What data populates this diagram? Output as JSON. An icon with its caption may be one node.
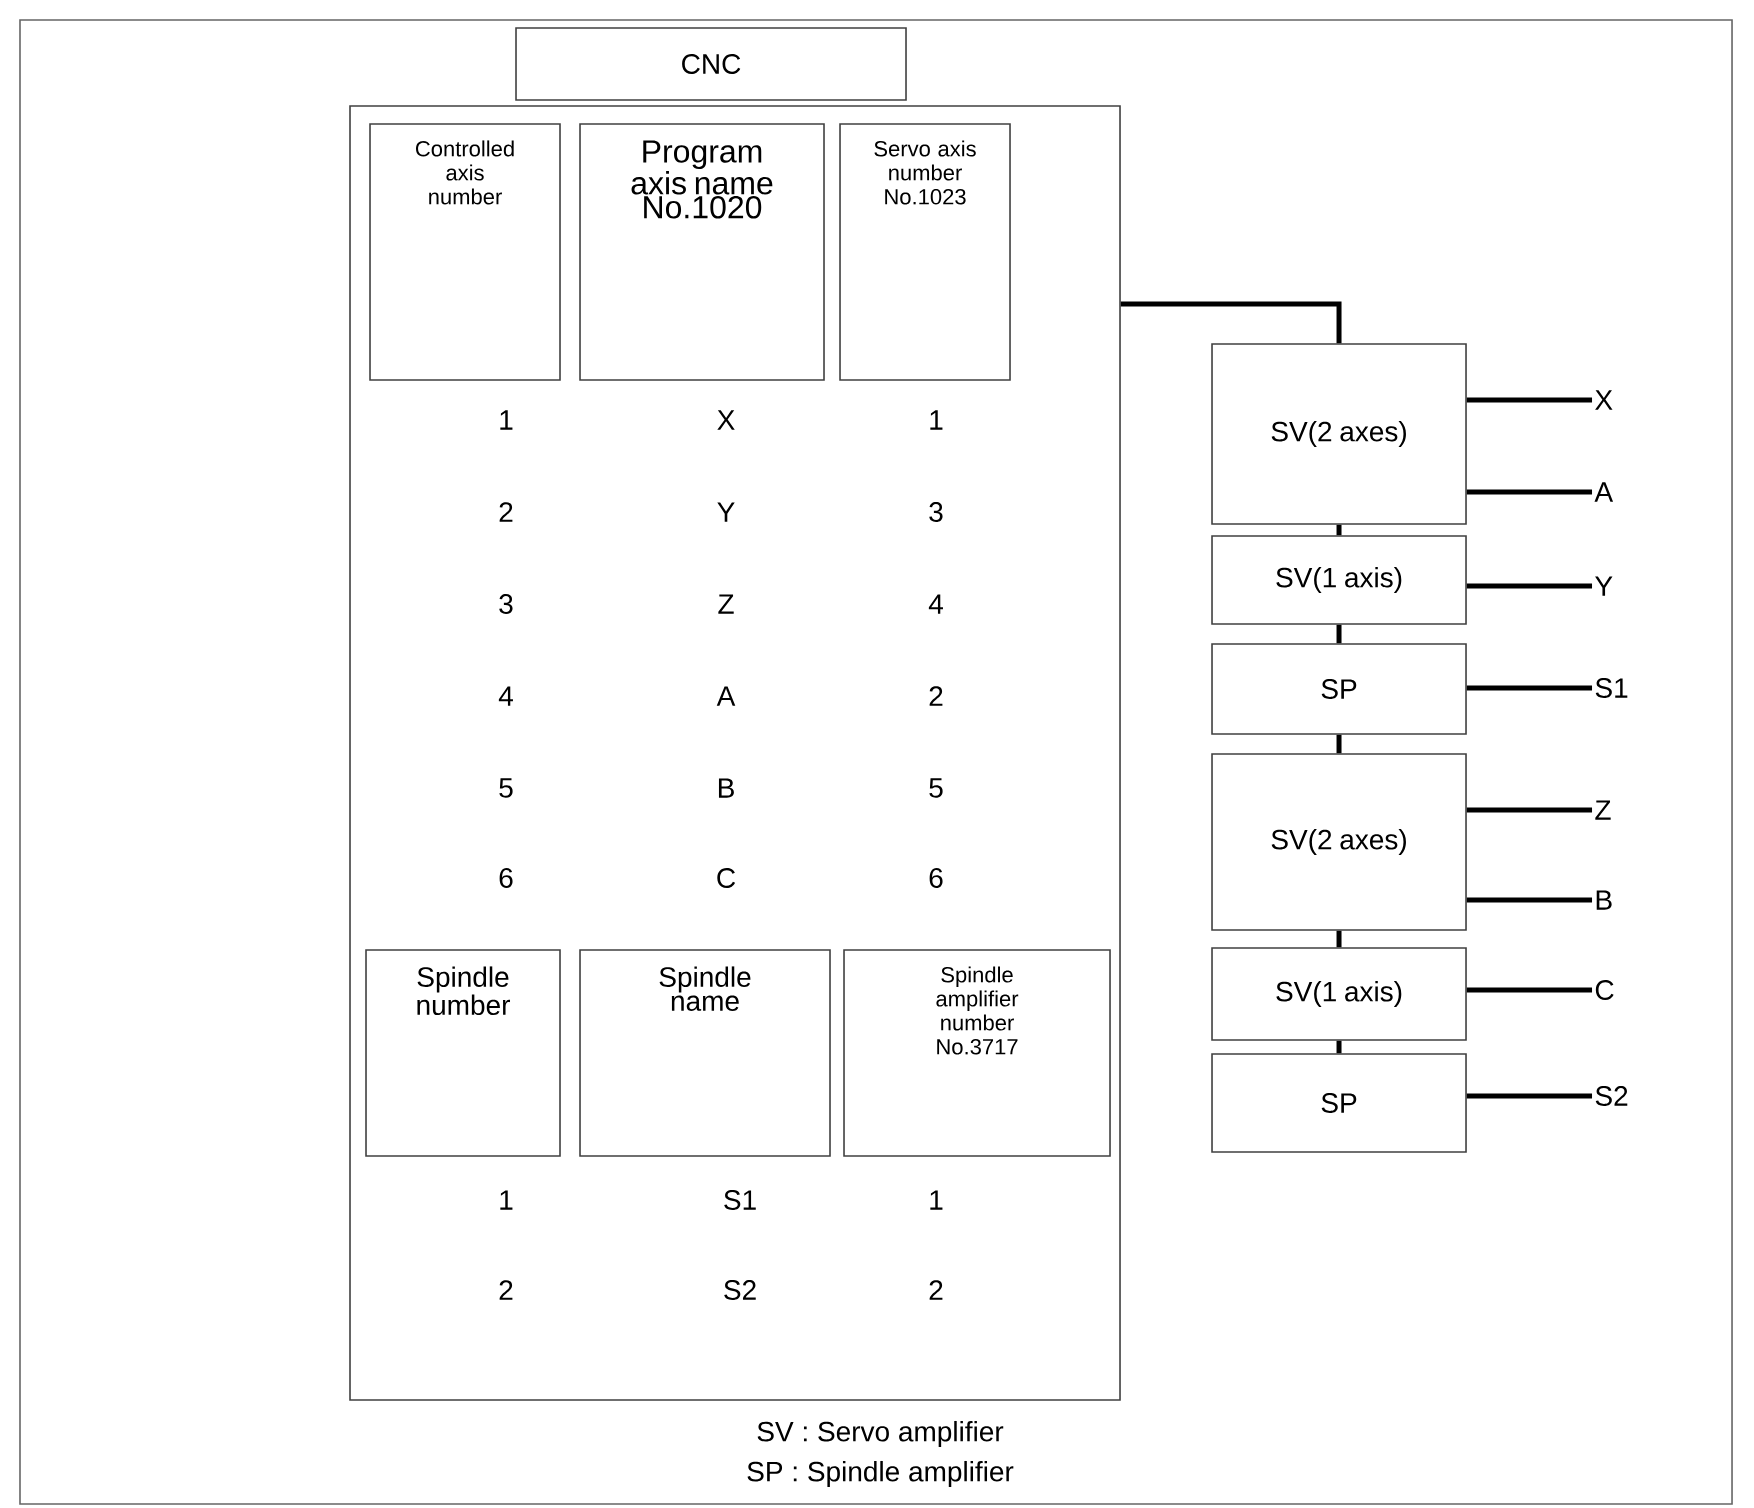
{
  "diagram": {
    "nodes": [
      {
        "text": [
          "CNC"
        ]
      },
      {
        "text": [],
        "shape": "box"
      },
      {
        "text": [
          "Controlled axis number"
        ],
        "in": 1
      },
      {
        "text": [
          "Program axis name No.1020"
        ],
        "in": 1
      },
      {
        "text": [
          "Servo axis number No.1023"
        ],
        "in": 1
      },
      {
        "text": [
          "Spindle number"
        ],
        "in": 1
      },
      {
        "text": [
          "Spindle name"
        ],
        "in": 1
      },
      {
        "text": [
          "Spindle amplifier number No.3717"
        ],
        "in": 1
      },
      {
        "text": [
          "SV(2 axes)"
        ]
      },
      {
        "text": [
          "SV(1 axis)"
        ]
      },
      {
        "text": [
          "SP"
        ]
      },
      {
        "text": [
          "SV(2 axes)"
        ]
      },
      {
        "text": [
          "SV(1 axis)"
        ]
      },
      {
        "text": [
          "SP"
        ]
      },
      {
        "text": [
          "X"
        ]
      },
      {
        "text": [
          "A"
        ]
      },
      {
        "text": [
          "Y"
        ]
      },
      {
        "text": [
          "S1"
        ]
      },
      {
        "text": [
          "Z"
        ]
      },
      {
        "text": [
          "B"
        ]
      },
      {
        "text": [
          "C"
        ]
      },
      {
        "text": [
          "S2"
        ]
      }
    ],
    "edges": [
      {
        "from": 1,
        "to": 8,
        "arrow": "none"
      },
      {
        "from": 8,
        "to": 9,
        "arrow": "none"
      },
      {
        "from": 9,
        "to": 10,
        "arrow": "none"
      },
      {
        "from": 10,
        "to": 11,
        "arrow": "none"
      },
      {
        "from": 11,
        "to": 12,
        "arrow": "none"
      },
      {
        "from": 12,
        "to": 13,
        "arrow": "none"
      },
      {
        "from": 8,
        "to": 14,
        "arrow": "none"
      },
      {
        "from": 8,
        "to": 15,
        "arrow": "none"
      },
      {
        "from": 9,
        "to": 16,
        "arrow": "none"
      },
      {
        "from": 10,
        "to": 17,
        "arrow": "none"
      },
      {
        "from": 11,
        "to": 18,
        "arrow": "none"
      },
      {
        "from": 11,
        "to": 19,
        "arrow": "none"
      },
      {
        "from": 12,
        "to": 20,
        "arrow": "none"
      },
      {
        "from": 13,
        "to": 21,
        "arrow": "none"
      }
    ],
    "labels": [
      "1",
      "X",
      "1",
      "2",
      "Y",
      "3",
      "3",
      "Z",
      "4",
      "4",
      "A",
      "2",
      "5",
      "B",
      "5",
      "6",
      "C",
      "6",
      "1",
      "S1",
      "1",
      "2",
      "S2",
      "2",
      "SV : Servo amplifier",
      "SP : Spindle amplifier"
    ]
  }
}
